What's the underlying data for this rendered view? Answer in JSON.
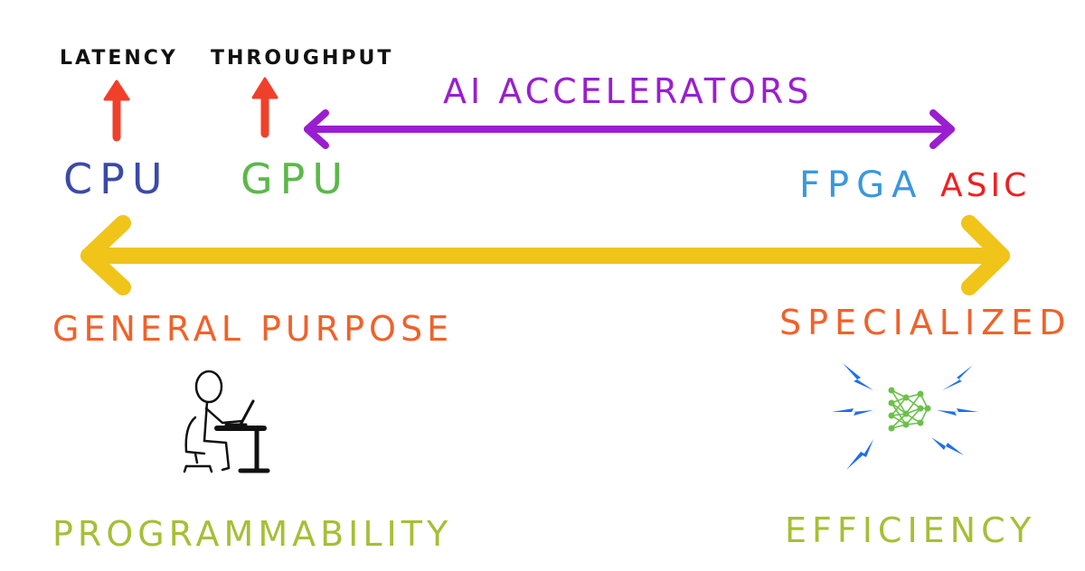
{
  "labels": {
    "latency": "LATENCY",
    "throughput": "THROUGHPUT",
    "cpu": "CPU",
    "gpu": "GPU",
    "ai_accelerators": "AI ACCELERATORS",
    "fpga": "FPGA",
    "asic": "ASIC",
    "general_purpose": "GENERAL PURPOSE",
    "specialized": "SPECIALIZED",
    "programmability": "PROGRAMMABILITY",
    "efficiency": "EFFICIENCY"
  },
  "colors": {
    "cpu": "#3a4aa8",
    "gpu": "#5cb84a",
    "fpga": "#3a98dc",
    "asic": "#ee2020",
    "ai": "#9a1ed0",
    "orange": "#f0622a",
    "yellow": "#f0c419",
    "lime": "#a6bf35",
    "red_arrow": "#f0402a",
    "network": "#6cc04a",
    "spark": "#1e6ef0"
  },
  "icons": {
    "person": "person-at-desk-icon",
    "network": "neural-network-icon"
  }
}
